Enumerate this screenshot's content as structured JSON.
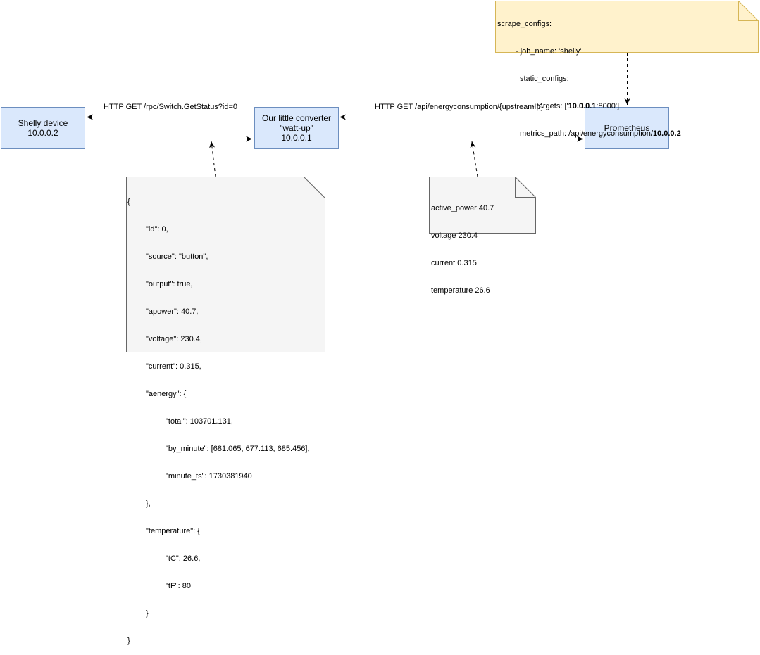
{
  "nodes": {
    "shelly": {
      "line1": "Shelly device",
      "line2": "10.0.0.2"
    },
    "converter": {
      "line1": "Our little converter",
      "line2": "\"watt-up\"",
      "line3": "10.0.0.1"
    },
    "prometheus": {
      "line1": "Prometheus"
    }
  },
  "edges": {
    "to_shelly_label": "HTTP GET /rpc/Switch.GetStatus?id=0",
    "to_converter_label": "HTTP GET /api/energyconsumption/{upstreamIp}"
  },
  "scrape_note": {
    "l1": "scrape_configs:",
    "l2": "- job_name: 'shelly'",
    "l3": "static_configs:",
    "l4a": "- targets: ['",
    "l4b": "10.0.0.1",
    "l4c": ":8000']",
    "l5a": "metrics_path: /api/energyconsumption/",
    "l5b": "10.0.0.2",
    "fill": "#fff2cc",
    "stroke": "#d6b656"
  },
  "json_note": {
    "lines": [
      "{",
      "\"id\": 0,",
      "\"source\": \"button\",",
      "\"output\": true,",
      "\"apower\": 40.7,",
      "\"voltage\": 230.4,",
      "\"current\": 0.315,",
      "\"aenergy\": {",
      "\"total\": 103701.131,",
      "\"by_minute\": [681.065, 677.113, 685.456],",
      "\"minute_ts\": 1730381940",
      "},",
      "\"temperature\": {",
      "\"tC\": 26.6,",
      "\"tF\": 80",
      "}",
      "}"
    ]
  },
  "metrics_note": {
    "lines": [
      "active_power 40.7",
      "voltage 230.4",
      "current 0.315",
      "temperature 26.6"
    ]
  },
  "colors": {
    "node_fill": "#dae8fc",
    "node_stroke": "#6c8ebf",
    "note_fill": "#f5f5f5",
    "note_stroke": "#666666"
  }
}
